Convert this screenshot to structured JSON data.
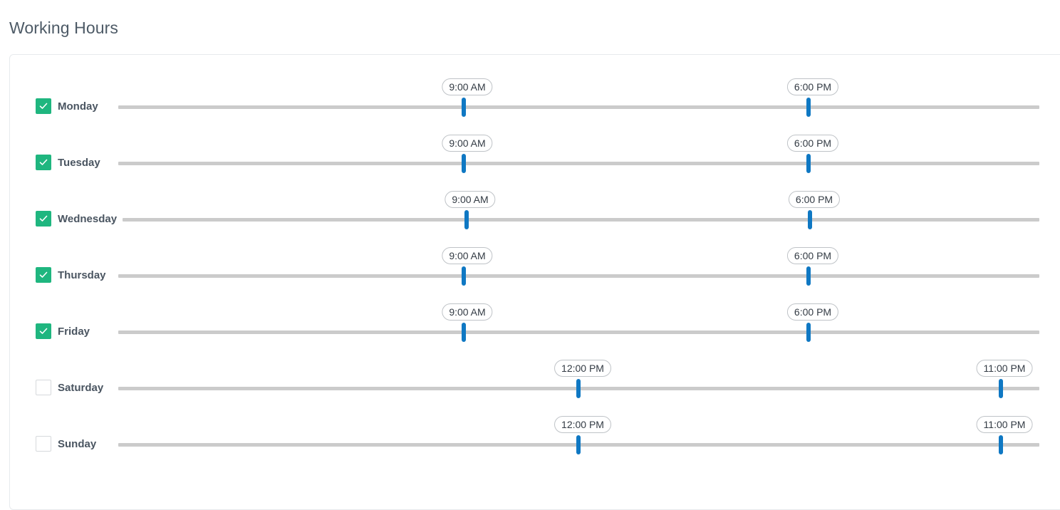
{
  "header": {
    "title": "Working Hours"
  },
  "days": [
    {
      "name": "Monday",
      "enabled": true,
      "start": "9:00 AM",
      "end": "6:00 PM"
    },
    {
      "name": "Tuesday",
      "enabled": true,
      "start": "9:00 AM",
      "end": "6:00 PM"
    },
    {
      "name": "Wednesday",
      "enabled": true,
      "start": "9:00 AM",
      "end": "6:00 PM"
    },
    {
      "name": "Thursday",
      "enabled": true,
      "start": "9:00 AM",
      "end": "6:00 PM"
    },
    {
      "name": "Friday",
      "enabled": true,
      "start": "9:00 AM",
      "end": "6:00 PM"
    },
    {
      "name": "Saturday",
      "enabled": false,
      "start": "12:00 PM",
      "end": "11:00 PM"
    },
    {
      "name": "Sunday",
      "enabled": false,
      "start": "12:00 PM",
      "end": "11:00 PM"
    }
  ],
  "colors": {
    "checkbox_checked": "#1fb67f",
    "handle": "#0f78c3",
    "track": "#cbcbcb"
  }
}
